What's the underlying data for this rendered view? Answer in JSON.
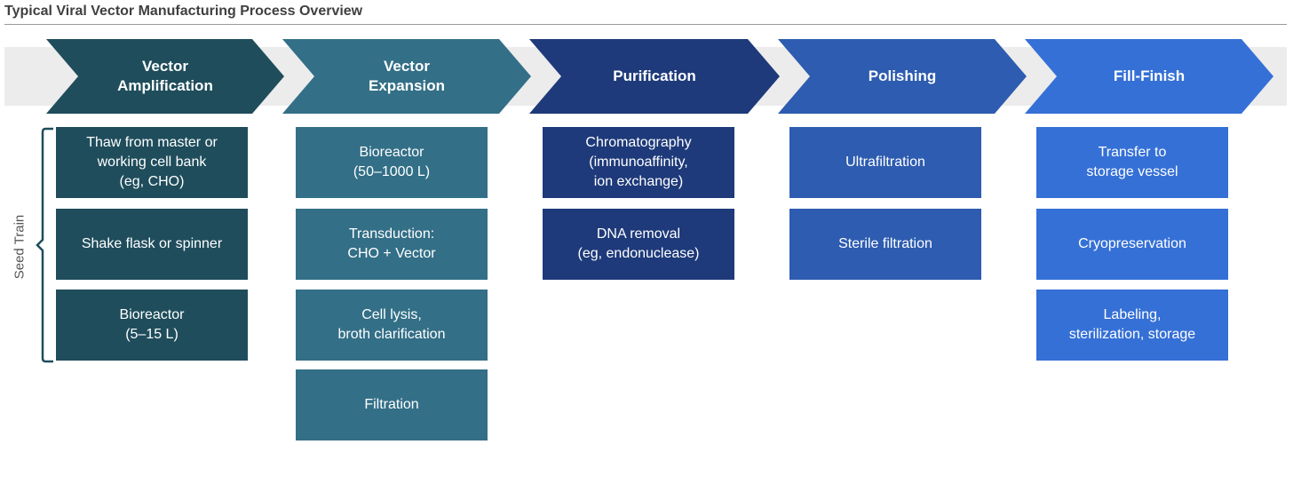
{
  "title": "Typical Viral Vector Manufacturing Process Overview",
  "seed_train_label": "Seed Train",
  "colors": {
    "band": "#ececec",
    "stage1": "#1f4d5c",
    "stage2": "#336f87",
    "stage3": "#1e3a7a",
    "stage4": "#2d5cb0",
    "stage5": "#3570d6"
  },
  "stages": [
    {
      "label": "Vector\nAmplification",
      "steps": [
        "Thaw from master or\nworking cell bank\n(eg, CHO)",
        "Shake flask or spinner",
        "Bioreactor\n(5–15 L)"
      ]
    },
    {
      "label": "Vector\nExpansion",
      "steps": [
        "Bioreactor\n(50–1000 L)",
        "Transduction:\nCHO + Vector",
        "Cell lysis,\nbroth clarification",
        "Filtration"
      ]
    },
    {
      "label": "Purification",
      "steps": [
        "Chromatography\n(immunoaffinity,\nion exchange)",
        "DNA removal\n(eg, endonuclease)"
      ]
    },
    {
      "label": "Polishing",
      "steps": [
        "Ultrafiltration",
        "Sterile filtration"
      ]
    },
    {
      "label": "Fill-Finish",
      "steps": [
        "Transfer to\nstorage vessel",
        "Cryopreservation",
        "Labeling,\nsterilization, storage"
      ]
    }
  ]
}
